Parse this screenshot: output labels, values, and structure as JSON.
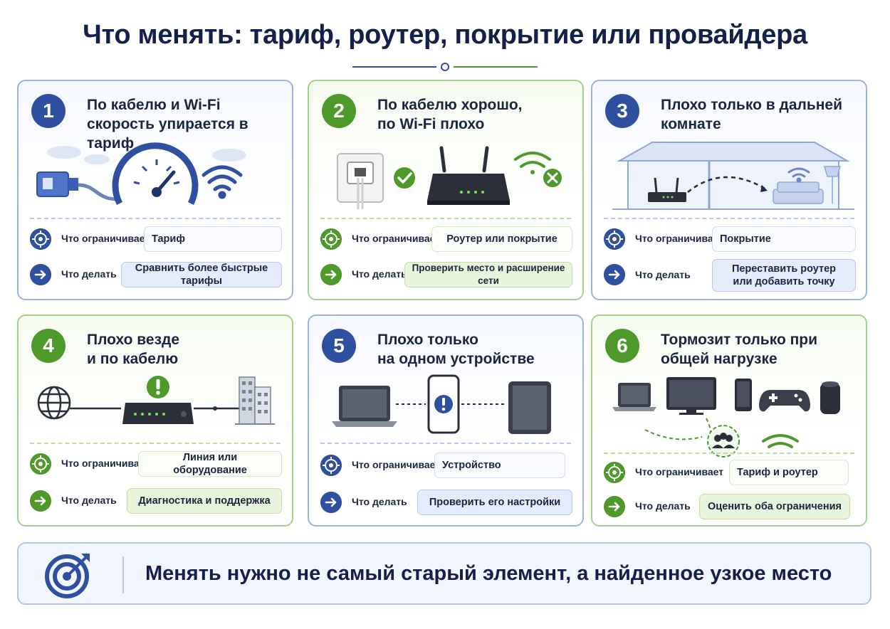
{
  "title": "Что менять: тариф, роутер, покрытие или провайдера",
  "labels": {
    "limit": "Что ограничивает",
    "action": "Что делать"
  },
  "colors": {
    "blue": "#2f4fa0",
    "green": "#4d9a2a",
    "title": "#14204a"
  },
  "cards": [
    {
      "number": "1",
      "theme": "blue",
      "title_lines": [
        "По кабелю и Wi-Fi",
        "скорость упирается в тариф"
      ],
      "limit": "Тариф",
      "action": "Сравнить более быстрые тарифы",
      "icons": [
        "ethernet-cable-icon",
        "speedometer-icon",
        "wifi-icon"
      ]
    },
    {
      "number": "2",
      "theme": "green",
      "title_lines": [
        "По кабелю хорошо,",
        "по Wi-Fi плохо"
      ],
      "limit": "Роутер или покрытие",
      "action": "Проверить место и расширение сети",
      "icons": [
        "wall-socket-icon",
        "check-icon",
        "router-icon",
        "wifi-error-icon"
      ]
    },
    {
      "number": "3",
      "theme": "blue",
      "title_lines": [
        "Плохо только в дальней",
        "комнате"
      ],
      "limit": "Покрытие",
      "action_lines": [
        "Переставить роутер",
        "или добавить точку"
      ],
      "icons": [
        "house-icon",
        "router-icon",
        "sofa-icon",
        "lamp-icon"
      ]
    },
    {
      "number": "4",
      "theme": "green",
      "title_lines": [
        "Плохо везде",
        "и по кабелю"
      ],
      "limit": "Линия или оборудование",
      "action": "Диагностика и поддержка",
      "icons": [
        "globe-icon",
        "modem-icon",
        "alert-icon",
        "building-icon"
      ]
    },
    {
      "number": "5",
      "theme": "blue",
      "title_lines": [
        "Плохо только",
        "на одном устройстве"
      ],
      "limit": "Устройство",
      "action": "Проверить его настройки",
      "icons": [
        "laptop-icon",
        "phone-alert-icon",
        "tablet-icon"
      ]
    },
    {
      "number": "6",
      "theme": "green",
      "title_lines": [
        "Тормозит только при",
        "общей нагрузке"
      ],
      "limit": "Тариф и роутер",
      "action": "Оценить оба ограничения",
      "icons": [
        "laptop-icon",
        "tv-icon",
        "phone-icon",
        "gamepad-icon",
        "speaker-icon",
        "users-icon"
      ]
    }
  ],
  "footer": {
    "text": "Менять нужно не самый старый элемент, а найденное узкое место",
    "icon": "target-icon"
  }
}
